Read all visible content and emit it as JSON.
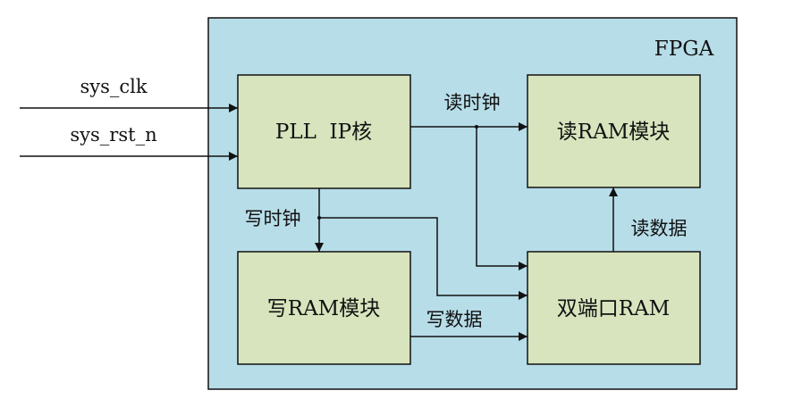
{
  "fpga_label": "FPGA",
  "inputs": {
    "clk": "sys_clk",
    "rst": "sys_rst_n"
  },
  "blocks": {
    "pll": "PLL  IP核",
    "read_ram": "读RAM模块",
    "write_ram": "写RAM模块",
    "dual_ram": "双端口RAM"
  },
  "edges": {
    "read_clock": "读时钟",
    "write_clock": "写时钟",
    "write_data": "写数据",
    "read_data": "读数据"
  },
  "colors": {
    "fpga_fill": "#b7dde8",
    "block_fill": "#d7e4bd",
    "line": "#111111"
  }
}
